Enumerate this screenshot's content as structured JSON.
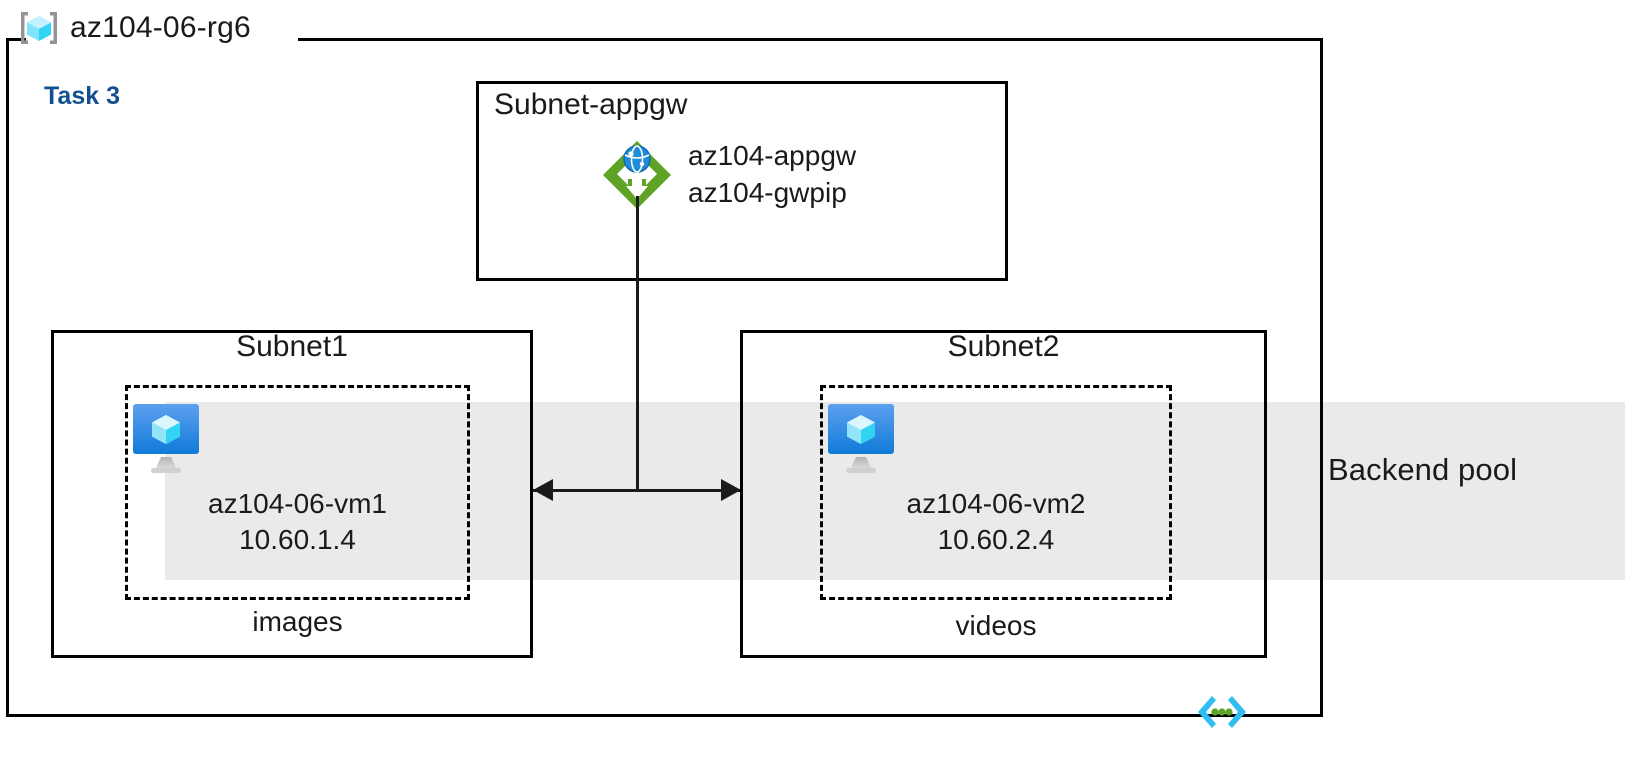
{
  "resource_group": {
    "name": "az104-06-rg6",
    "icon": "resource-group-icon"
  },
  "task": {
    "label": "Task 3",
    "color": "#12508f"
  },
  "backend_pool": {
    "label": "Backend pool",
    "band_color": "#eaeaea"
  },
  "subnets": [
    {
      "title": "Subnet-appgw",
      "title_align": "left",
      "resources": [
        {
          "icon": "application-gateway-icon",
          "names": [
            "az104-appgw",
            "az104-gwpip"
          ]
        }
      ]
    },
    {
      "title": "Subnet1",
      "title_align": "center",
      "vm": {
        "icon": "virtual-machine-icon",
        "name": "az104-06-vm1",
        "ip": "10.60.1.4"
      },
      "sub_label": "images"
    },
    {
      "title": "Subnet2",
      "title_align": "center",
      "vm": {
        "icon": "virtual-machine-icon",
        "name": "az104-06-vm2",
        "ip": "10.60.2.4"
      },
      "sub_label": "videos"
    }
  ],
  "appgw": {
    "name_line1": "az104-appgw",
    "name_line2": "az104-gwpip"
  },
  "connectors": {
    "gateway_to_backend": "bidirectional-arrow"
  },
  "footer_icon": "template-code-icon",
  "colors": {
    "stroke": "#000000",
    "text": "#1a1a1a",
    "accent_blue": "#12508f",
    "gateway_green": "#5ea226",
    "vm_blue": "#2e8de4",
    "cube_cyan": "#50e6ff",
    "icon_gray": "#949494"
  }
}
